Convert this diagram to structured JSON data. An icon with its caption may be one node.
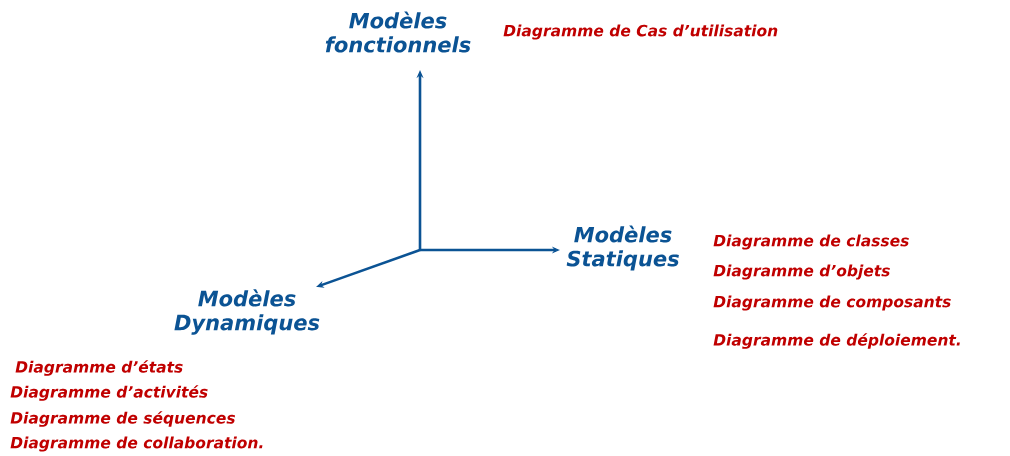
{
  "diagram": {
    "labels": [
      "Modèles fonctionnels",
      "Diagramme de Cas d’utilisation",
      "Modèles Statiques",
      "Diagramme de classes",
      "Diagramme d’objets",
      "Diagramme de composants",
      "Diagramme de déploiement.",
      "Modèles Dynamiques",
      "Diagramme d’états",
      "Diagramme d’activités",
      "Diagramme de séquences",
      "Diagramme de collaboration."
    ]
  }
}
